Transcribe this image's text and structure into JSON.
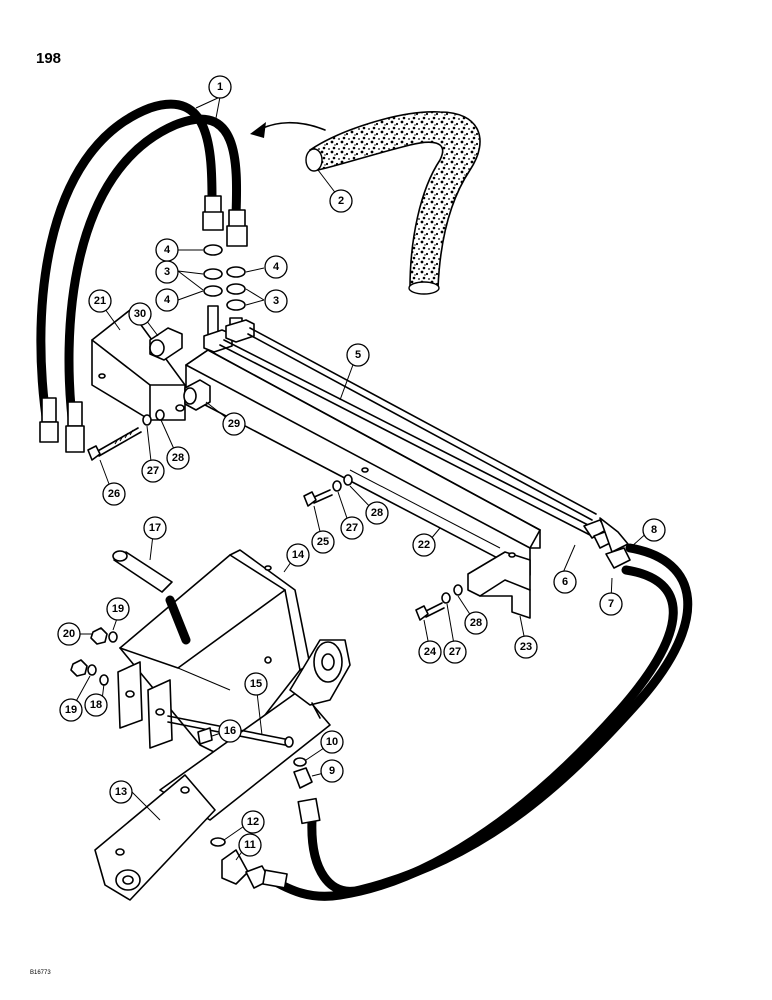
{
  "page": {
    "number": "198",
    "figure_code": "B16773"
  },
  "callouts": [
    {
      "id": "1",
      "label": "1"
    },
    {
      "id": "2",
      "label": "2"
    },
    {
      "id": "3a",
      "label": "3"
    },
    {
      "id": "3b",
      "label": "3"
    },
    {
      "id": "4a",
      "label": "4"
    },
    {
      "id": "4b",
      "label": "4"
    },
    {
      "id": "4c",
      "label": "4"
    },
    {
      "id": "5",
      "label": "5"
    },
    {
      "id": "6",
      "label": "6"
    },
    {
      "id": "7",
      "label": "7"
    },
    {
      "id": "8",
      "label": "8"
    },
    {
      "id": "9",
      "label": "9"
    },
    {
      "id": "10",
      "label": "10"
    },
    {
      "id": "11",
      "label": "11"
    },
    {
      "id": "12",
      "label": "12"
    },
    {
      "id": "13",
      "label": "13"
    },
    {
      "id": "14",
      "label": "14"
    },
    {
      "id": "15",
      "label": "15"
    },
    {
      "id": "16",
      "label": "16"
    },
    {
      "id": "17",
      "label": "17"
    },
    {
      "id": "18",
      "label": "18"
    },
    {
      "id": "19a",
      "label": "19"
    },
    {
      "id": "19b",
      "label": "19"
    },
    {
      "id": "20",
      "label": "20"
    },
    {
      "id": "21",
      "label": "21"
    },
    {
      "id": "22",
      "label": "22"
    },
    {
      "id": "23",
      "label": "23"
    },
    {
      "id": "24",
      "label": "24"
    },
    {
      "id": "25",
      "label": "25"
    },
    {
      "id": "26",
      "label": "26"
    },
    {
      "id": "27a",
      "label": "27"
    },
    {
      "id": "27b",
      "label": "27"
    },
    {
      "id": "27c",
      "label": "27"
    },
    {
      "id": "28a",
      "label": "28"
    },
    {
      "id": "28b",
      "label": "28"
    },
    {
      "id": "28c",
      "label": "28"
    },
    {
      "id": "29",
      "label": "29"
    },
    {
      "id": "30",
      "label": "30"
    }
  ]
}
